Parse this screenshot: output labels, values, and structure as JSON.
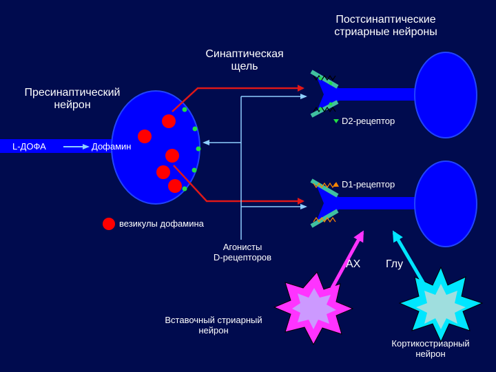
{
  "colors": {
    "background": "#000b4e",
    "neuron_fill": "#0000ff",
    "neuron_stroke": "#1a3cff",
    "vesicle": "#ff0000",
    "red_arrow": "#e01818",
    "light_line": "#8fd0ff",
    "receptor_green": "#22dd44",
    "receptor_teal": "#40c0a0",
    "d1_marker": "#ff8800",
    "magenta_burst": "#ff33ff",
    "magenta_burst_center": "#cc99ff",
    "cyan_burst": "#00e6ff",
    "cyan_burst_center": "#9fdede"
  },
  "labels": {
    "postsynaptic": "Постсинаптические\nстриарные нейроны",
    "synaptic_cleft": "Синаптическая\nщель",
    "presynaptic": "Пресинаптический\nнейрон",
    "ldopa": "L-ДОФА",
    "dopamine": "Дофамин",
    "d2_receptor": "D2-рецептор",
    "d1_receptor": "D1-рецептор",
    "vesicles": "везикулы дофамина",
    "agonists": "Агонисты\nD-рецепторов",
    "ach": "АХ",
    "glu": "Глу",
    "interneuron": "Вставочный стриарный\nнейрон",
    "corticostriatal": "Кортикостриарный\nнейрон"
  }
}
